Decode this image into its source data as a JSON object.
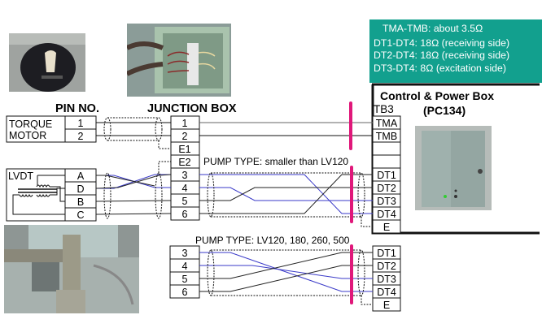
{
  "info_box": {
    "lines": [
      "TMA-TMB: about 3.5Ω",
      "DT1-DT4: 18Ω (receiving side)",
      "DT2-DT4: 18Ω (receiving side)",
      "DT3-DT4: 8Ω (excitation side)"
    ],
    "background": "#12a08e"
  },
  "headers": {
    "pin_no": "PIN NO.",
    "junction_box": "JUNCTION BOX",
    "control_box_title": "Control & Power Box",
    "control_box_model": "(PC134)",
    "terminal_block": "TB3"
  },
  "torque_motor": {
    "label_line1": "TORQUE",
    "label_line2": "MOTOR",
    "pins": [
      "1",
      "2"
    ]
  },
  "lvdt": {
    "label": "LVDT",
    "pins": [
      "A",
      "D",
      "B",
      "C"
    ]
  },
  "junction_box": {
    "terminals": [
      "1",
      "2",
      "E1",
      "E2",
      "3",
      "4",
      "5",
      "6"
    ]
  },
  "tb3": {
    "terminals": [
      "TMA",
      "TMB",
      "",
      "",
      "DT1",
      "DT2",
      "DT3",
      "DT4",
      "E"
    ]
  },
  "pump_small": {
    "caption": "PUMP TYPE: smaller than LV120"
  },
  "pump_large": {
    "caption": "PUMP TYPE: LV120, 180, 260, 500",
    "left_terminals": [
      "3",
      "4",
      "5",
      "6"
    ],
    "right_terminals": [
      "DT1",
      "DT2",
      "DT3",
      "DT4",
      "E"
    ]
  },
  "photos": {
    "torque_motor": "torque motor photo",
    "junction_box": "junction box photo",
    "control_box": "control & power box photo",
    "pump": "pump photo"
  },
  "colors": {
    "wire_blue": "#3a3ac8",
    "wire_black": "#222222",
    "marker_magenta": "#e0187a"
  }
}
